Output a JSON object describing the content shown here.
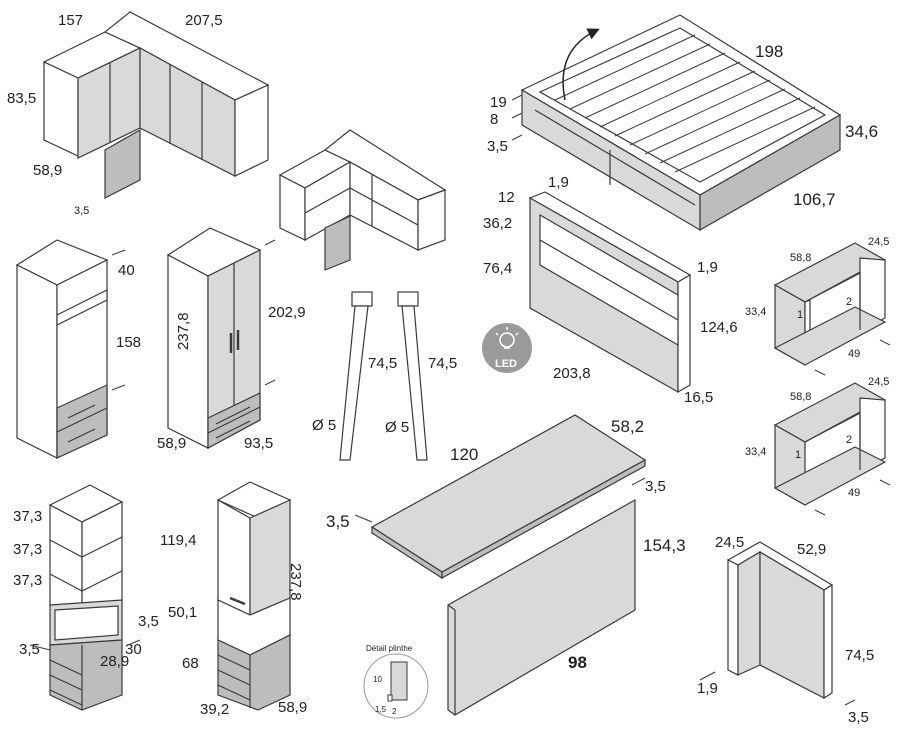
{
  "colors": {
    "panel": "#d9d9d9",
    "panel_dark": "#bdbdbd",
    "stroke": "#3a3a3a",
    "led": "#9a9a9a",
    "bg": "#ffffff"
  },
  "icons": {
    "led": "led-bulb-icon"
  },
  "corner_wardrobe": {
    "d1": "157",
    "d2": "207,5",
    "d3": "83,5",
    "d4": "58,9",
    "d5": "3,5"
  },
  "corner_shelf": {},
  "bed": {
    "d1": "198",
    "d2": "19",
    "d3": "8",
    "d4": "3,5",
    "d5": "34,6",
    "d6": "106,7"
  },
  "headboard": {
    "d1": "12",
    "d2": "1,9",
    "d3": "36,2",
    "d4": "76,4",
    "d5": "1,9",
    "d6": "124,6",
    "d7": "203,8",
    "d8": "16,5",
    "led": "LED"
  },
  "open_wardrobe": {
    "d1": "40",
    "d2": "158"
  },
  "wardrobe_2door": {
    "d1": "237,8",
    "d2": "202,9",
    "d3": "58,9",
    "d4": "93,5"
  },
  "legs": {
    "d1": "74,5",
    "d2": "74,5",
    "d3": "Ø 5",
    "d4": "Ø 5"
  },
  "nightstand_top": {
    "d1": "58,8",
    "d2": "24,5",
    "d3": "33,4",
    "d4": "1",
    "d5": "2",
    "d6": "49"
  },
  "nightstand_bottom": {
    "d1": "58,8",
    "d2": "24,5",
    "d3": "33,4",
    "d4": "1",
    "d5": "2",
    "d6": "49"
  },
  "desk": {
    "d1": "120",
    "d2": "58,2",
    "d3": "3,5",
    "d4": "3,5",
    "d5": "154,3",
    "d6": "98"
  },
  "column_left": {
    "d1": "37,3",
    "d2": "37,3",
    "d3": "37,3",
    "d4": "3,5",
    "d5": "3,5",
    "d6": "28,9",
    "d7": "30"
  },
  "column_mid": {
    "d1": "119,4",
    "d2": "237,8",
    "d3": "50,1",
    "d4": "68",
    "d5": "39,2",
    "d6": "58,9"
  },
  "detail": {
    "title": "Détail plinthe",
    "d1": "10",
    "d2": "1,5",
    "d3": "2"
  },
  "corner_panel": {
    "d1": "24,5",
    "d2": "52,9",
    "d3": "74,5",
    "d4": "1,9",
    "d5": "3,5"
  }
}
